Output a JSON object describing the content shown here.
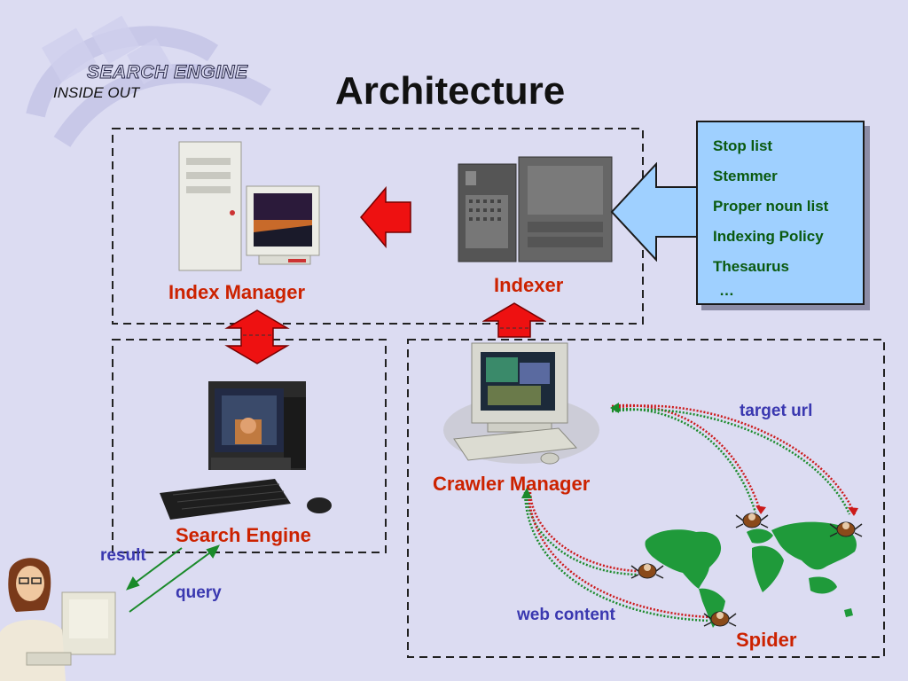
{
  "brand": {
    "line1": "SEARCH ENGINE",
    "line2": "INSIDE OUT"
  },
  "title": "Architecture",
  "components": {
    "index_manager": "Index Manager",
    "indexer": "Indexer",
    "search_engine": "Search Engine",
    "crawler_manager": "Crawler Manager",
    "spider": "Spider"
  },
  "flows": {
    "result": "result",
    "query": "query",
    "target_url": "target url",
    "web_content": "web content"
  },
  "indexer_inputs": {
    "items": [
      "Stop list",
      "Stemmer",
      "Proper noun list",
      "Indexing Policy",
      "Thesaurus",
      "…"
    ]
  },
  "colors": {
    "background": "#dcdcf2",
    "label_red": "#cc2200",
    "flow_blue": "#3a38b0",
    "list_green": "#0a5a10",
    "list_box": "#9fd0ff",
    "arrow_red": "#ee1111",
    "map_green": "#1f9a3a"
  }
}
